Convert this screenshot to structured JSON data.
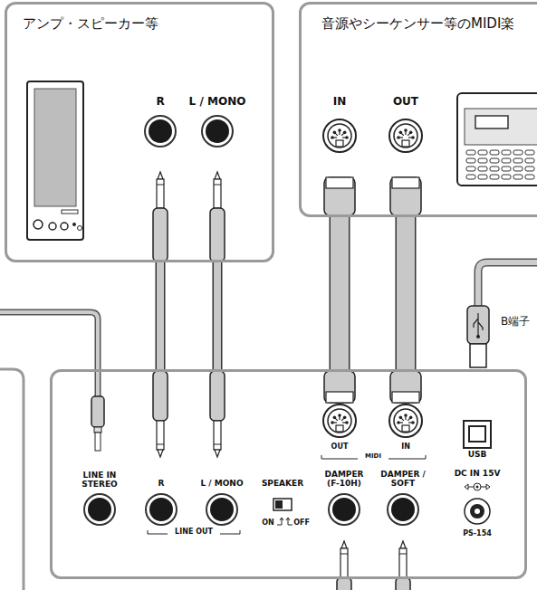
{
  "diagram": {
    "nodes": [
      {
        "text": [
          "アンプ・スピーカー等",
          "R",
          "L / MONO"
        ]
      },
      {
        "text": [
          "音源やシーケンサー等のMIDI楽",
          "IN",
          "OUT"
        ]
      },
      {
        "text": [
          "LINE IN STEREO",
          "R",
          "L / MONO",
          "LINE OUT",
          "SPEAKER",
          "ON",
          "OFF",
          "OUT",
          "MIDI",
          "IN",
          "USB",
          "DAMPER (F-10H)",
          "DAMPER / SOFT",
          "DC IN 15V",
          "PS-154"
        ]
      }
    ],
    "edges": [
      {
        "from": 0,
        "to": 2,
        "arrow": "none"
      },
      {
        "from": 0,
        "to": 2,
        "arrow": "none"
      },
      {
        "from": 1,
        "to": 2,
        "arrow": "none"
      },
      {
        "from": 1,
        "to": 2,
        "arrow": "none"
      }
    ],
    "labels": [
      "B端子"
    ]
  }
}
